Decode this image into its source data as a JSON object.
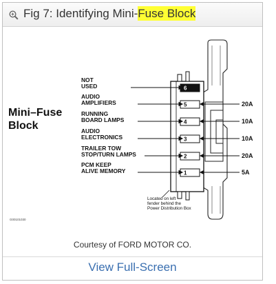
{
  "header": {
    "title_prefix": "Fig 7: Identifying Mini-",
    "title_highlight": "Fuse Block",
    "zoom_icon": "zoom-in-icon",
    "highlight_color": "#ffff33"
  },
  "figure": {
    "big_label_line1": "Mini–Fuse",
    "big_label_line2": "Block",
    "labels": [
      {
        "line1": "NOT",
        "line2": "USED",
        "slot": "6",
        "amp": ""
      },
      {
        "line1": "AUDIO",
        "line2": "AMPLIFIERS",
        "slot": "5",
        "amp": "20A"
      },
      {
        "line1": "RUNNING",
        "line2": "BOARD LAMPS",
        "slot": "4",
        "amp": "10A"
      },
      {
        "line1": "AUDIO",
        "line2": "ELECTRONICS",
        "slot": "3",
        "amp": "10A"
      },
      {
        "line1": "TRAILER TOW",
        "line2": "STOP/TURN LAMPS",
        "slot": "2",
        "amp": "20A"
      },
      {
        "line1": "PCM KEEP",
        "line2": "ALIVE MEMORY",
        "slot": "1",
        "amp": "5A"
      }
    ],
    "location_note": [
      "Located on left",
      "fender behind the",
      "Power Distribution Box"
    ],
    "figure_code": "G00101030"
  },
  "footer": {
    "courtesy": "Courtesy of FORD MOTOR CO.",
    "view_fullscreen": "View Full-Screen",
    "link_color": "#3a6fb0"
  }
}
